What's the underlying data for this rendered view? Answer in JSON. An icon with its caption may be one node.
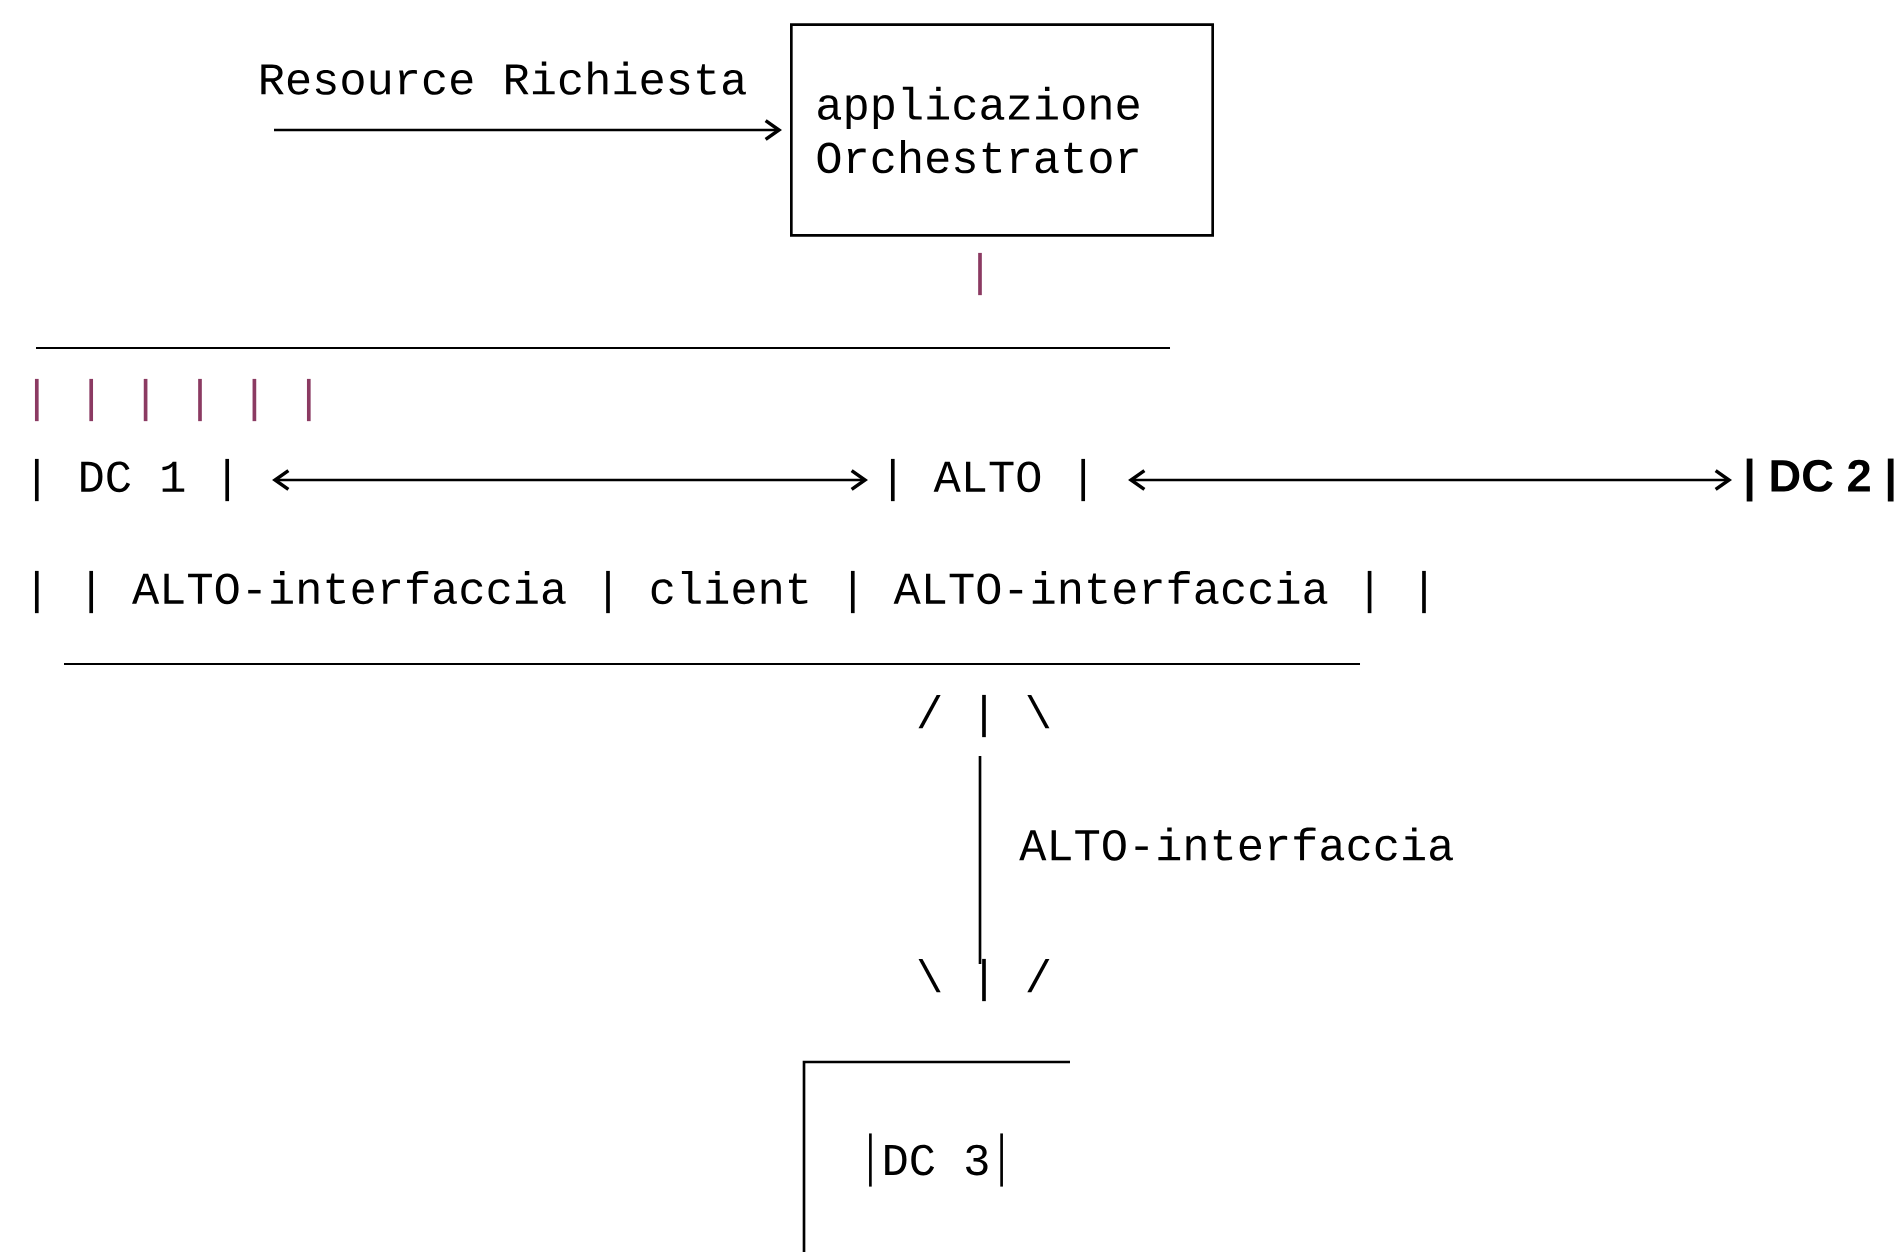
{
  "diagram": {
    "nodes": [
      {
        "text": [
          "applicazione Orchestrator"
        ]
      },
      {
        "text": [
          "| DC 1 |"
        ]
      },
      {
        "text": [
          "| ALTO |"
        ]
      },
      {
        "text": [
          "| DC 2 |"
        ]
      },
      {
        "text": [
          "DC 3"
        ]
      }
    ],
    "edges": [
      {
        "from": null,
        "to": 0,
        "arrow": "to",
        "label": "Resource Richiesta"
      },
      {
        "from": 1,
        "to": 2,
        "arrow": "both"
      },
      {
        "from": 2,
        "to": 3,
        "arrow": "both"
      }
    ],
    "labels": [
      "|",
      "| | | | | |",
      "| | ALTO-interfaccia | client | ALTO-interfaccia | |",
      "/ | \\",
      "ALTO-interfaccia",
      "\\ | /"
    ]
  }
}
